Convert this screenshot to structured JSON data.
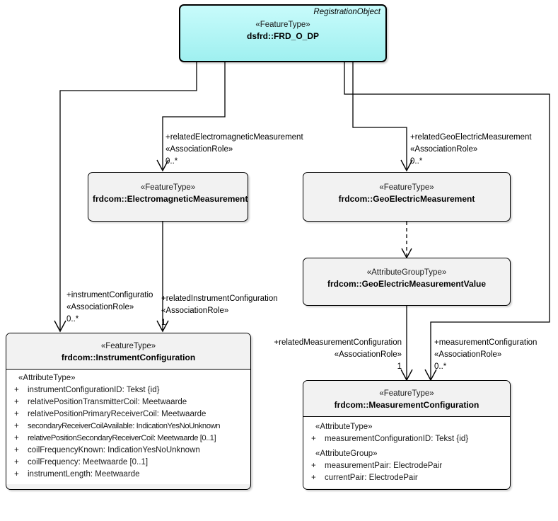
{
  "diagram": {
    "title": "UML class diagram",
    "colors": {
      "root_fill": "#aaf4f4",
      "class_fill": "#f2f2f2",
      "body_fill": "#ffffff",
      "line": "#000000"
    }
  },
  "classes": {
    "frd_o_dp": {
      "object_tag": "RegistrationObject",
      "stereotype": "«FeatureType»",
      "name": "dsfrd::FRD_O_DP"
    },
    "electromagnetic_measurement": {
      "stereotype": "«FeatureType»",
      "name": "frdcom::ElectromagneticMeasurement"
    },
    "geoelectric_measurement": {
      "stereotype": "«FeatureType»",
      "name": "frdcom::GeoElectricMeasurement"
    },
    "geoelectric_measurement_value": {
      "stereotype": "«AttributeGroupType»",
      "name": "frdcom::GeoElectricMeasurementValue"
    },
    "instrument_configuration": {
      "stereotype": "«FeatureType»",
      "name": "frdcom::InstrumentConfiguration",
      "sections": [
        {
          "label": "«AttributeType»",
          "attributes": [
            {
              "visibility": "+",
              "text": "instrumentConfigurationID: Tekst {id}"
            },
            {
              "visibility": "+",
              "text": "relativePositionTransmitterCoil: Meetwaarde"
            },
            {
              "visibility": "+",
              "text": "relativePositionPrimaryReceiverCoil: Meetwaarde"
            },
            {
              "visibility": "+",
              "text": "secondaryReceiverCoilAvailable: IndicationYesNoUnknown",
              "squeeze": true
            },
            {
              "visibility": "+",
              "text": "relativePositionSecondaryReceiverCoil: Meetwaarde [0..1]",
              "squeeze": true
            },
            {
              "visibility": "+",
              "text": "coilFrequencyKnown: IndicationYesNoUnknown"
            },
            {
              "visibility": "+",
              "text": "coilFrequency: Meetwaarde [0..1]"
            },
            {
              "visibility": "+",
              "text": "instrumentLength: Meetwaarde"
            }
          ]
        }
      ]
    },
    "measurement_configuration": {
      "stereotype": "«FeatureType»",
      "name": "frdcom::MeasurementConfiguration",
      "sections": [
        {
          "label": "«AttributeType»",
          "attributes": [
            {
              "visibility": "+",
              "text": "measurementConfigurationID: Tekst {id}"
            }
          ]
        },
        {
          "label": "«AttributeGroup»",
          "attributes": [
            {
              "visibility": "+",
              "text": "measurementPair: ElectrodePair"
            },
            {
              "visibility": "+",
              "text": "currentPair: ElectrodePair"
            }
          ]
        }
      ]
    }
  },
  "associations": {
    "related_electromagnetic_measurement": {
      "role": "+relatedElectromagneticMeasurement",
      "stereotype": "«AssociationRole»",
      "multiplicity": "0..*"
    },
    "related_geoelectric_measurement": {
      "role": "+relatedGeoElectricMeasurement",
      "stereotype": "«AssociationRole»",
      "multiplicity": "0..*"
    },
    "instrument_configuration": {
      "role": "+instrumentConfiguratio",
      "stereotype": "«AssociationRole»",
      "multiplicity": "0..*"
    },
    "related_instrument_configuration": {
      "role": "+relatedInstrumentConfiguration",
      "stereotype": "«AssociationRole»",
      "multiplicity": "1"
    },
    "related_measurement_configuration": {
      "role": "+relatedMeasurementConfiguration",
      "stereotype": "«AssociationRole»",
      "multiplicity": "1"
    },
    "measurement_configuration": {
      "role": "+measurementConfiguration",
      "stereotype": "«AssociationRole»",
      "multiplicity": "0..*"
    }
  }
}
